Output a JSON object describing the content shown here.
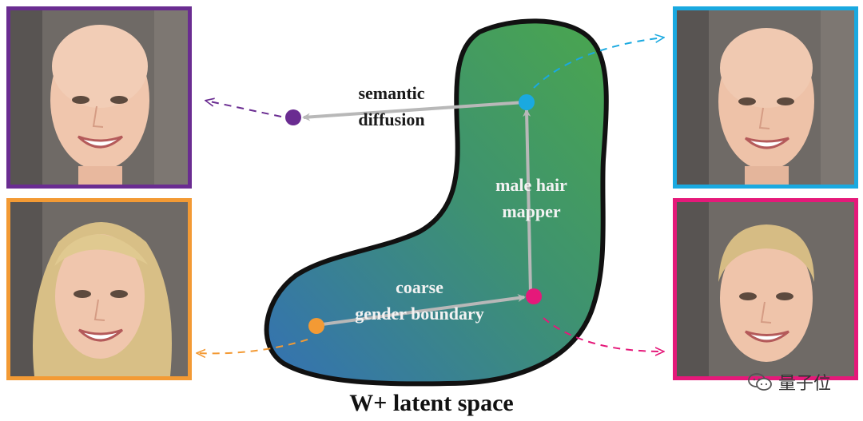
{
  "caption": "W+ latent space",
  "labels": {
    "semantic_diffusion": [
      "semantic",
      "diffusion"
    ],
    "male_hair_mapper": [
      "male hair",
      "mapper"
    ],
    "coarse_gender_boundary": [
      "coarse",
      "gender boundary"
    ]
  },
  "watermark": "量子位",
  "colors": {
    "purple": "#6a2c91",
    "orange": "#f39a34",
    "blue": "#1aa9e0",
    "pink": "#e5197a",
    "shape_start": "#3471b4",
    "shape_end": "#4aa64e"
  },
  "images": [
    {
      "id": "top-left",
      "hair": "bald",
      "border": "purple"
    },
    {
      "id": "bottom-left",
      "hair": "long blonde",
      "border": "orange"
    },
    {
      "id": "top-right",
      "hair": "bald",
      "border": "blue"
    },
    {
      "id": "bottom-right",
      "hair": "short blonde",
      "border": "pink"
    }
  ]
}
